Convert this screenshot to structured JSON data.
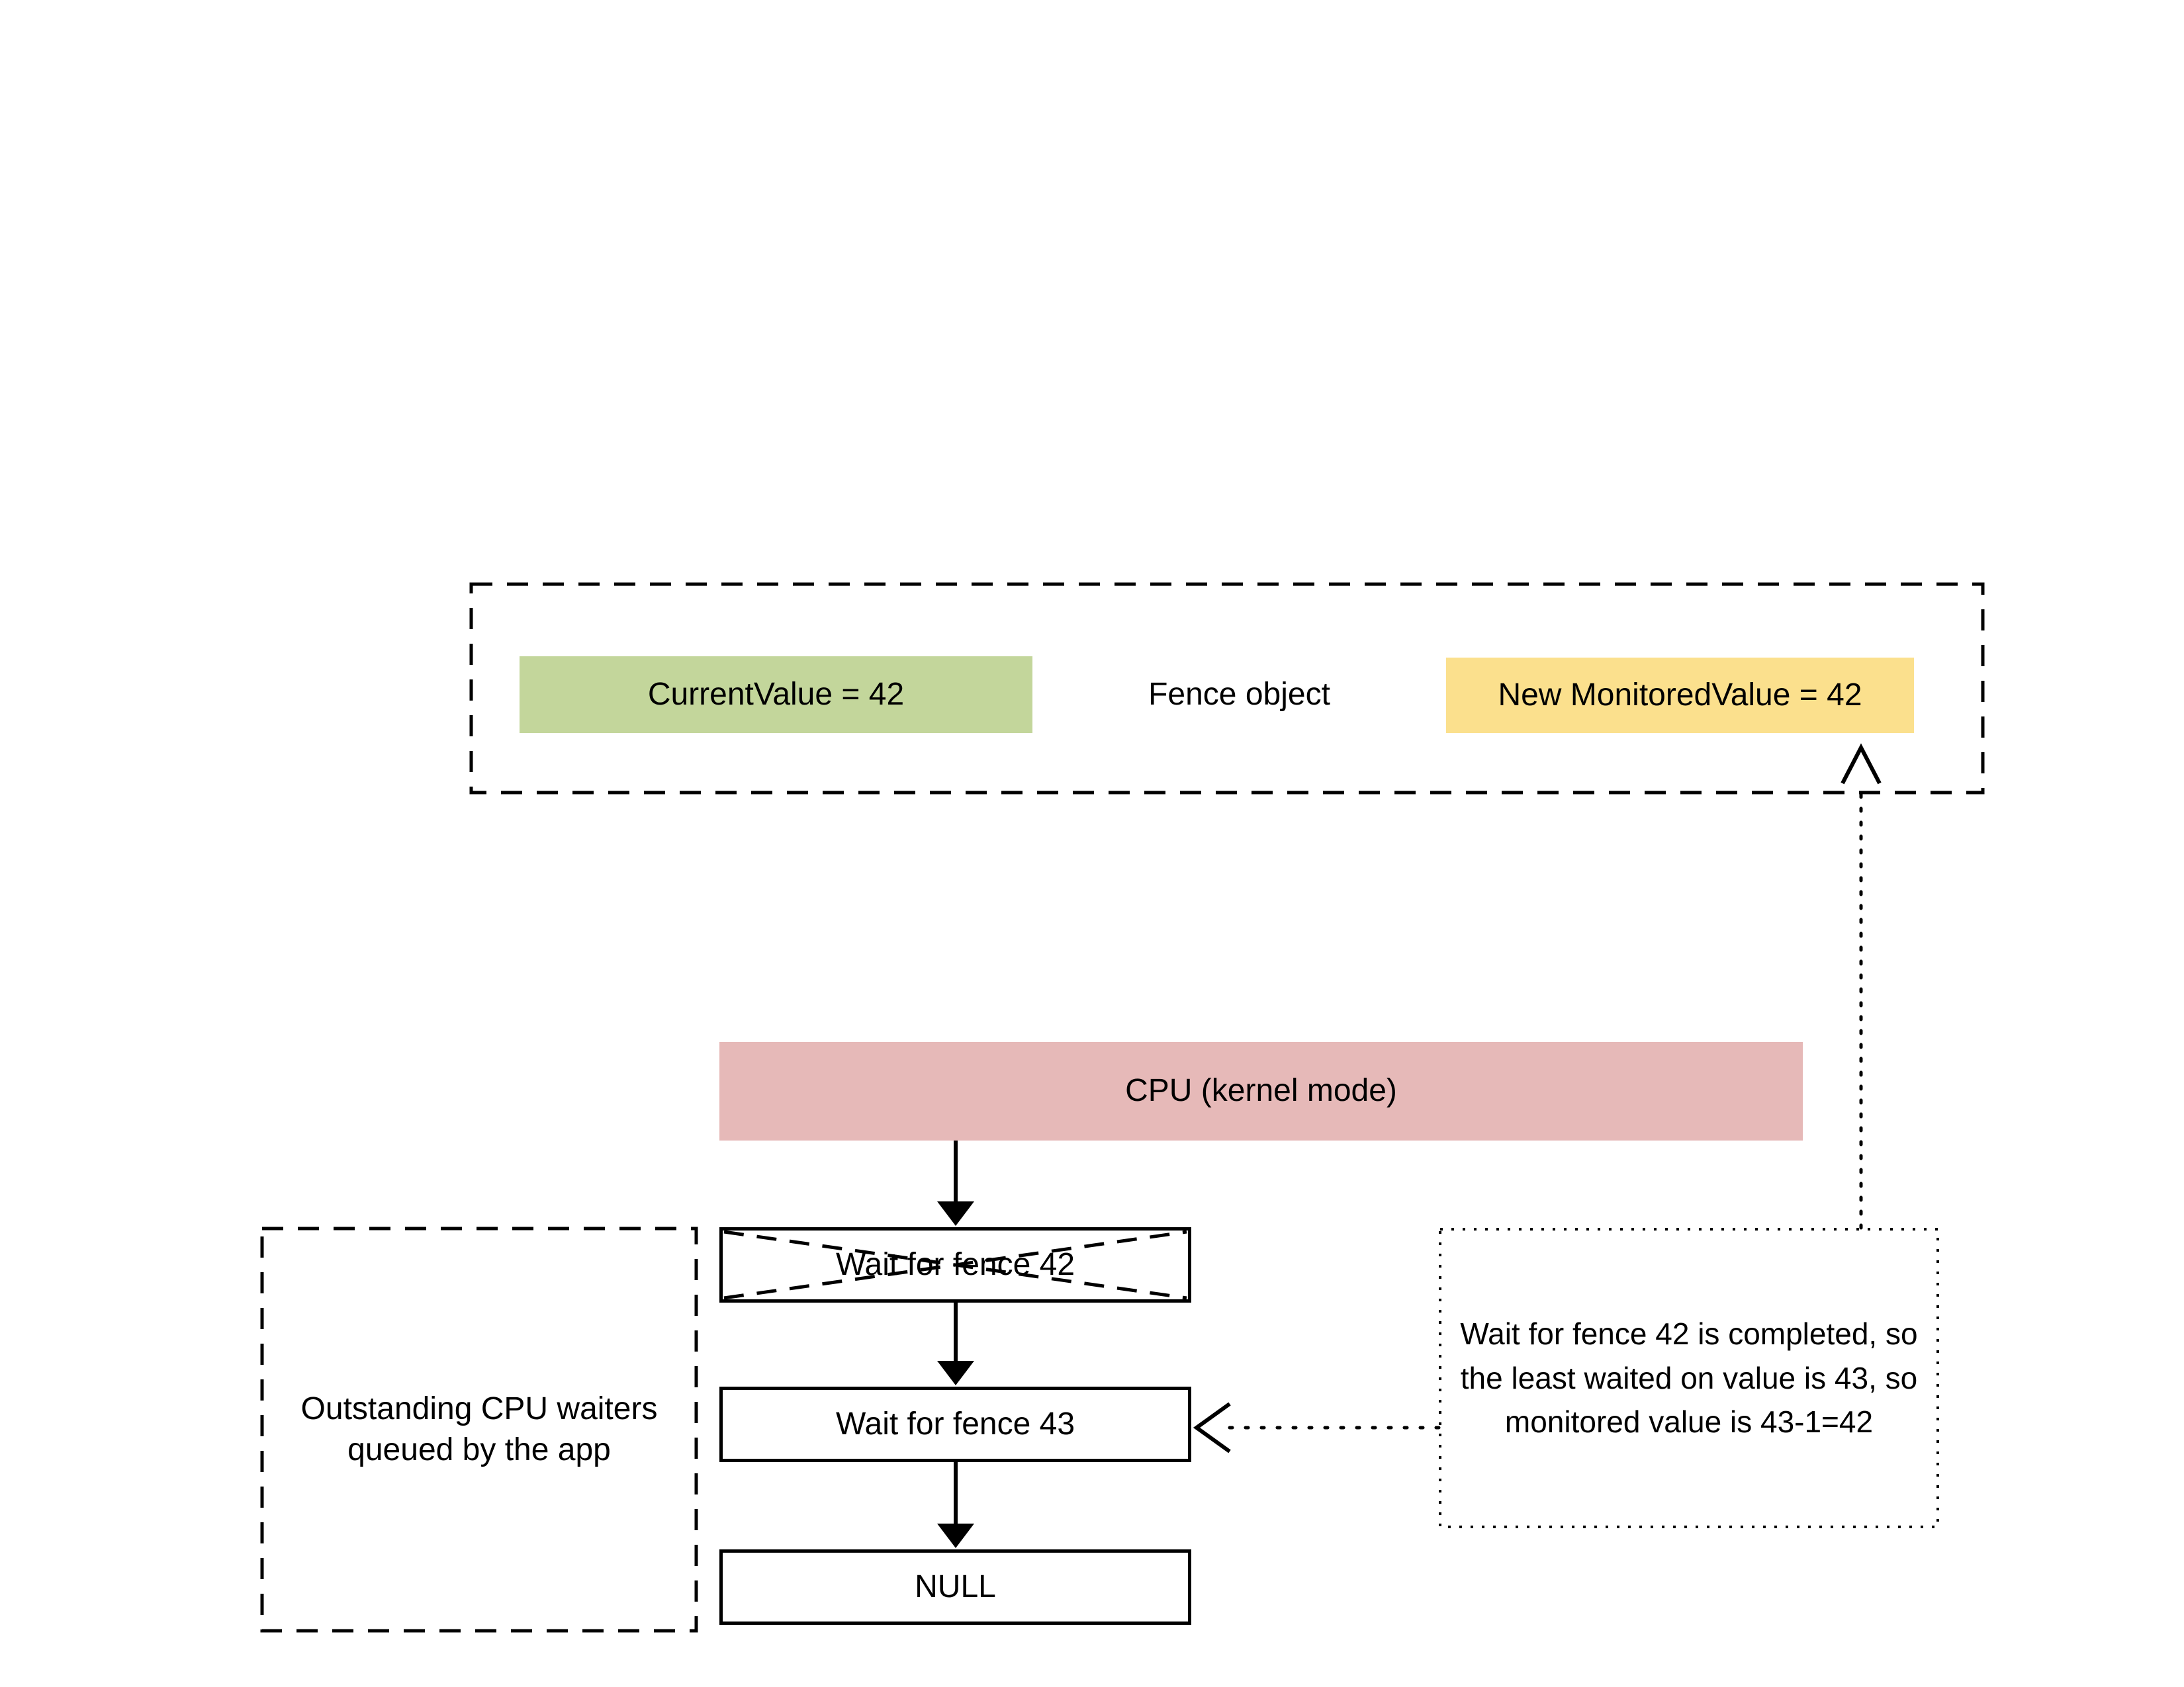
{
  "colors": {
    "green": "#c3d69b",
    "yellow": "#fbe08d",
    "pink": "#e6b9b8",
    "stroke": "#000000"
  },
  "fence_object": {
    "label": "Fence object",
    "current_value": "CurrentValue = 42",
    "new_monitored_value": "New MonitoredValue = 42"
  },
  "cpu": {
    "label": "CPU (kernel mode)"
  },
  "waiters": {
    "queue_label": "Outstanding CPU waiters\nqueued by the app",
    "items": [
      {
        "label": "Wait for fence 42",
        "status": "completed-crossed-out"
      },
      {
        "label": "Wait for fence 43",
        "status": "pending"
      },
      {
        "label": "NULL",
        "status": "end-of-list"
      }
    ]
  },
  "note": {
    "text": "Wait for fence 42 is completed, so\nthe least waited on value is 43, so\nmonitored value is 43-1=42"
  }
}
